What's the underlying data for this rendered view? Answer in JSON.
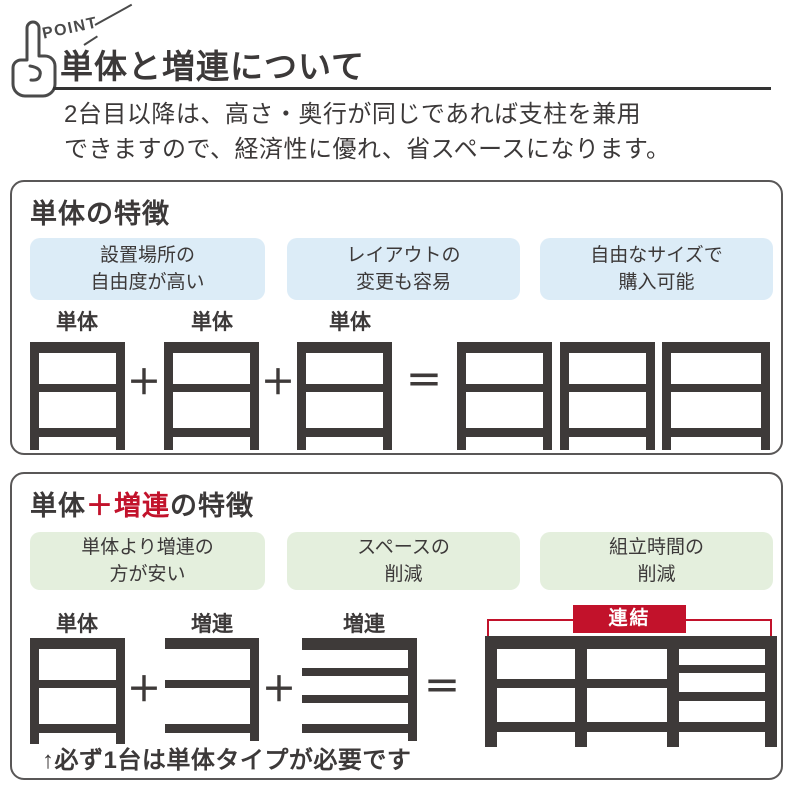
{
  "point": {
    "label": "POINT"
  },
  "header": {
    "title": "単体と増連について",
    "description": [
      "2台目以降は、高さ・奥行が同じであれば支柱を兼用",
      "できますので、経済性に優れ、省スペースになります。"
    ]
  },
  "operators": {
    "plus": "＋",
    "equals": "＝"
  },
  "standalone_section": {
    "title": "単体の特徴",
    "badges": [
      {
        "line1": "設置場所の",
        "line2": "自由度が高い"
      },
      {
        "line1": "レイアウトの",
        "line2": "変更も容易"
      },
      {
        "line1": "自由なサイズで",
        "line2": "購入可能"
      }
    ],
    "unit_labels": [
      "単体",
      "単体",
      "単体"
    ]
  },
  "addon_section": {
    "title_prefix": "単体",
    "title_highlight": "＋増連",
    "title_suffix": "の特徴",
    "badges": [
      {
        "line1": "単体より増連の",
        "line2": "方が安い"
      },
      {
        "line1": "スペースの",
        "line2": "削減"
      },
      {
        "line1": "組立時間の",
        "line2": "削減"
      }
    ],
    "unit_labels": [
      {
        "label": "単体",
        "highlight": false
      },
      {
        "label": "増連",
        "highlight": true
      },
      {
        "label": "増連",
        "highlight": true
      }
    ],
    "link_badge": "連結",
    "note": "↑必ず1台は単体タイプが必要です"
  },
  "colors": {
    "accent_red": "#c2122b",
    "shelf_dark": "#3e3a39",
    "badge_blue": "#dcecf7",
    "badge_green": "#e4efdd",
    "border_gray": "#595757",
    "text_dark": "#3c3939"
  }
}
